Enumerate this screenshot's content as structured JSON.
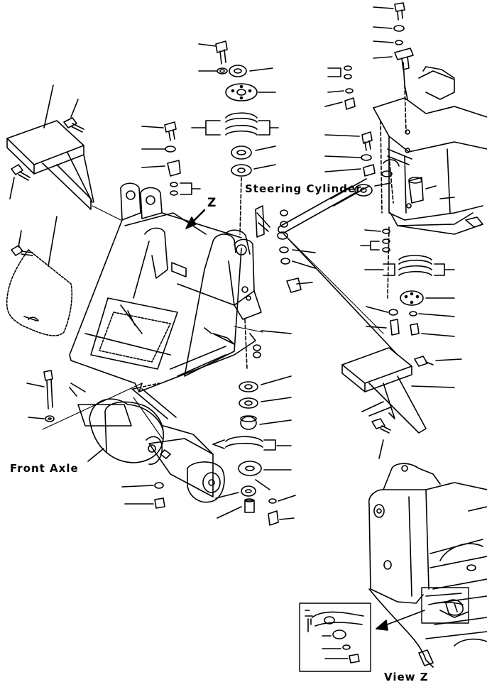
{
  "labels": {
    "steering_cylinder": "Steering  Cylinder",
    "front_axle": "Front  Axle",
    "view_z": "View  Z",
    "z_arrow": "Z"
  },
  "colors": {
    "ink": "#000000",
    "paper": "#ffffff"
  }
}
